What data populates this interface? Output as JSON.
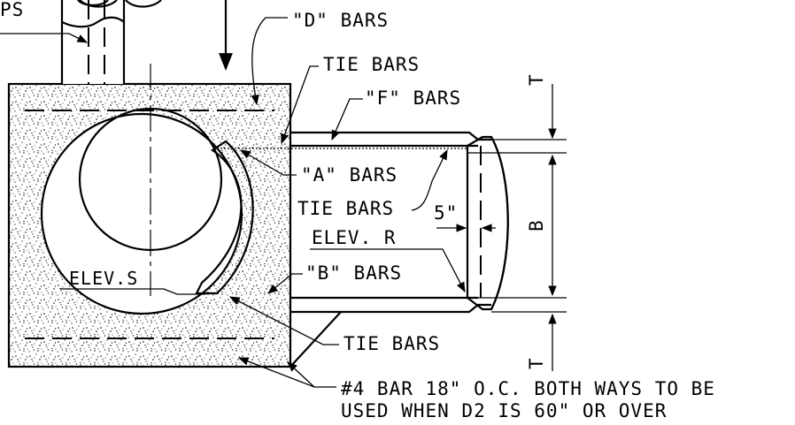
{
  "labels": {
    "ps_fragment": "PS",
    "d_bars": "\"D\" BARS",
    "tie_bars_top": "TIE BARS",
    "f_bars": "\"F\" BARS",
    "a_bars": "\"A\" BARS",
    "tie_bars_mid": "TIE BARS",
    "five_inch": "5\"",
    "elev_r": "ELEV. R",
    "b_bars": "\"B\" BARS",
    "elev_s": "ELEV.S",
    "tie_bars_bottom": "TIE BARS",
    "note_line1": "#4 BAR 18\" O.C. BOTH WAYS TO BE",
    "note_line2": "USED WHEN D2 IS 60\" OR OVER",
    "dim_t_top": "T",
    "dim_b": "B",
    "dim_t_bottom": "T"
  },
  "colors": {
    "ink": "#000000",
    "paper": "#ffffff",
    "concrete_speckle": "#000000"
  }
}
